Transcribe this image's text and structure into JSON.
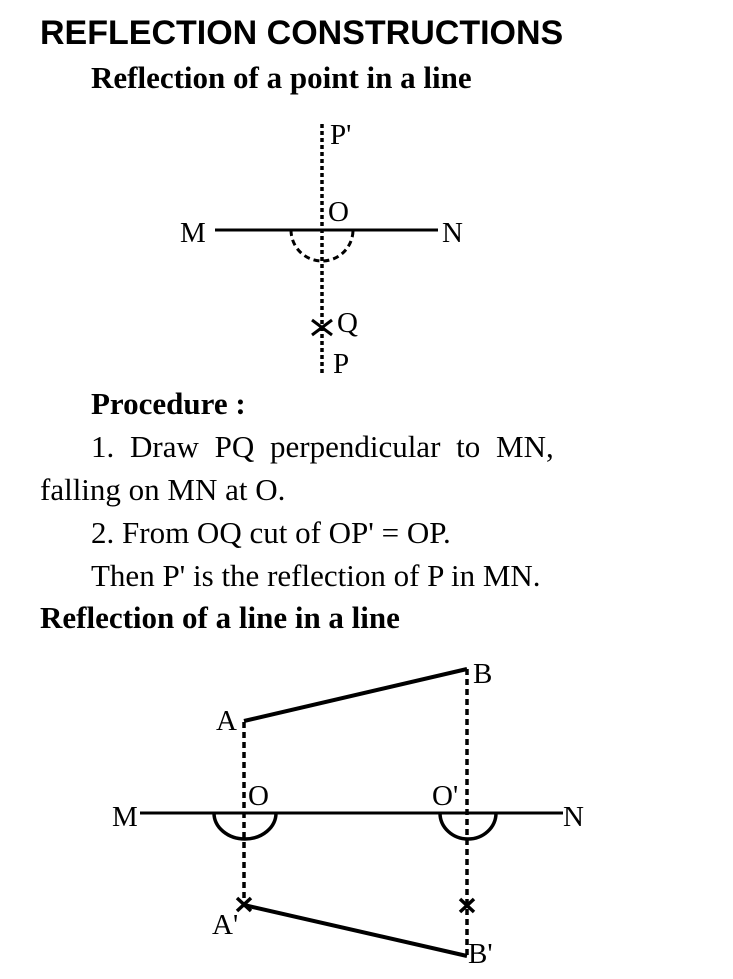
{
  "title": "REFLECTION CONSTRUCTIONS",
  "section1": {
    "heading": "Reflection of a point in a line",
    "labels": {
      "p_prime": "P'",
      "o": "O",
      "m": "M",
      "n": "N",
      "q": "Q",
      "p": "P"
    }
  },
  "procedure": {
    "heading": "Procedure :",
    "lines": [
      "1. Draw PQ perpendicular to MN,",
      "falling on MN at O.",
      "2. From OQ cut of OP' = OP.",
      "Then P' is the reflection of P in MN."
    ]
  },
  "section2": {
    "heading": "Reflection of a line in a line",
    "labels": {
      "b": "B",
      "a": "A",
      "m": "M",
      "o": "O",
      "o_prime": "O'",
      "n": "N",
      "a_prime": "A'",
      "b_prime": "B'"
    }
  }
}
